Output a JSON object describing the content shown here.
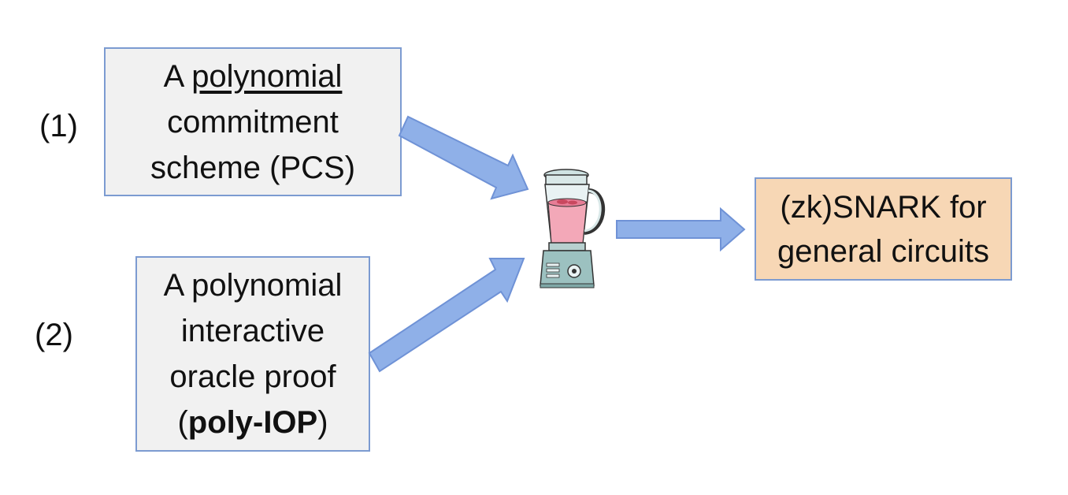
{
  "labels": {
    "one": "(1)",
    "two": "(2)"
  },
  "pcs_box": {
    "line1_prefix": "A ",
    "line1_emph": "polynomial",
    "line2": "commitment",
    "line3": "scheme (PCS)"
  },
  "iop_box": {
    "line1": "A polynomial",
    "line2": "interactive",
    "line3": "oracle proof",
    "line4_open": "(",
    "line4_bold": "poly-IOP",
    "line4_close": ")"
  },
  "result_box": {
    "line1": "(zk)SNARK for",
    "line2": "general circuits"
  },
  "colors": {
    "arrow_fill": "#8fb0e8",
    "arrow_stroke": "#6f92d6",
    "box_border": "#7c9bd1",
    "grey_fill": "#f1f1f1",
    "orange_fill": "#f7d7b5"
  },
  "icons": {
    "blender": "blender-icon"
  }
}
